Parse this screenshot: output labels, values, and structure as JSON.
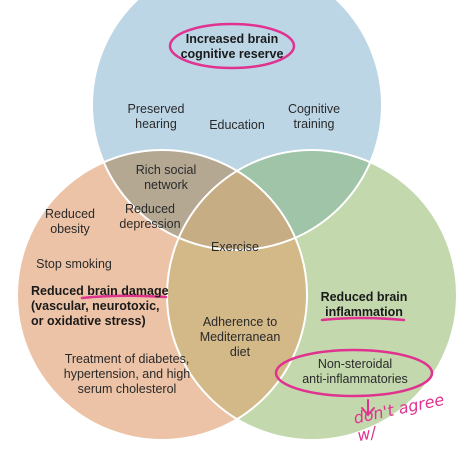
{
  "circles": {
    "top": {
      "title": "Increased brain\ncognitive reserve",
      "items": [
        "Preserved\nhearing",
        "Education",
        "Cognitive\ntraining"
      ]
    },
    "left": {
      "title": "Reduced brain damage\n(vascular, neurotoxic,\nor oxidative stress)",
      "items": [
        "Reduced\nobesity",
        "Stop smoking",
        "Treatment of diabetes,\nhypertension, and high\nserum cholesterol"
      ]
    },
    "right": {
      "title": "Reduced brain\ninflammation",
      "items": [
        "Non-steroidal\nanti-inflammatories"
      ]
    }
  },
  "overlaps": {
    "top_left": [
      "Rich social\nnetwork",
      "Reduced\ndepression"
    ],
    "left_right": "Adherence to\nMediterranean\ndiet",
    "center": "Exercise"
  },
  "annotation": "don't agree\nw/",
  "colors": {
    "top": "#bcd6e6",
    "left": "#ecc3a6",
    "right": "#c3d8ad",
    "top_left": "#b5a893",
    "top_right": "#9fc4a7",
    "left_right": "#d3b888",
    "center": "#c6ad84",
    "highlight": "#e0328f"
  }
}
